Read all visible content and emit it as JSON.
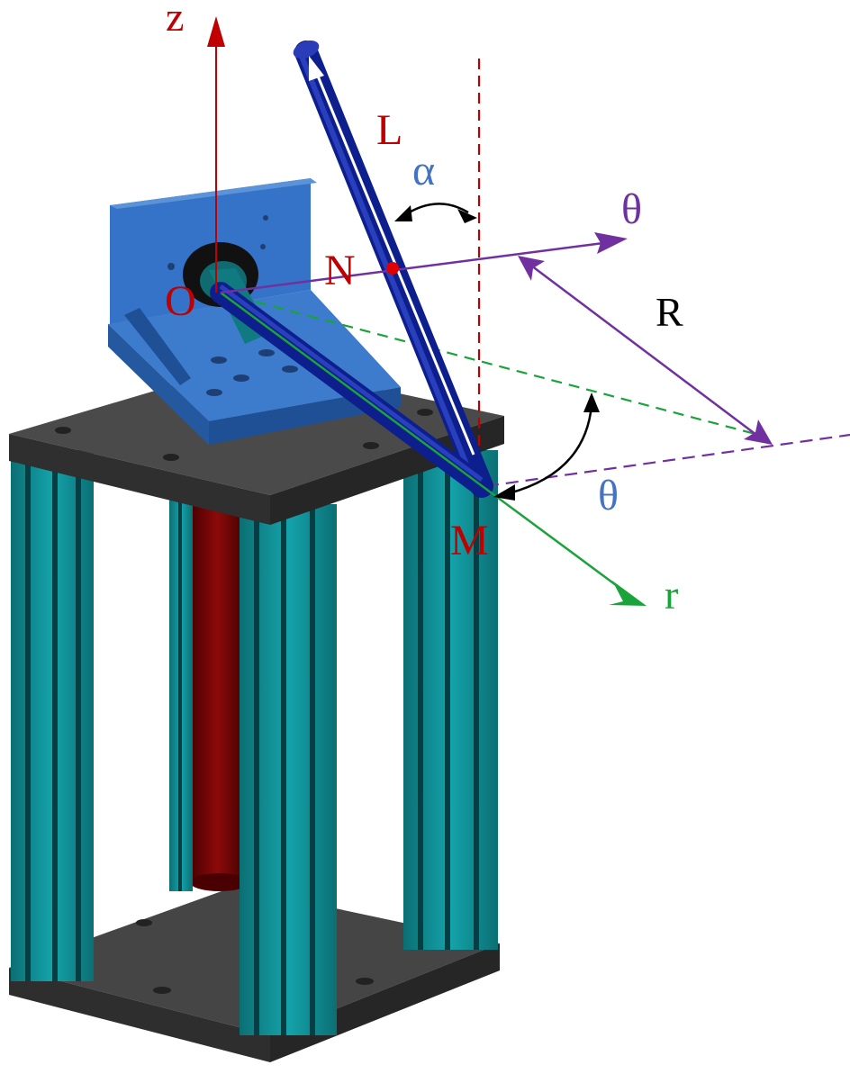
{
  "labels": {
    "z_axis": "z",
    "origin": "O",
    "point_n": "N",
    "point_m": "M",
    "rod_length": "L",
    "angle_alpha": "α",
    "theta_upper": "θ",
    "theta_lower": "θ",
    "radius": "R",
    "r_axis": "r"
  },
  "colors": {
    "z_axis": "#c00000",
    "label_red": "#c00000",
    "theta_purple": "#7030a0",
    "r_green": "#1aa33a",
    "alpha_blue": "#4472c4",
    "rod_blue": "#0d1f8c",
    "bracket_blue": "#2f6dbf",
    "plate_dark": "#3a3a3a",
    "pillar_teal": "#0f8f95",
    "cylinder_red": "#7a0000",
    "arc_black": "#000000"
  }
}
